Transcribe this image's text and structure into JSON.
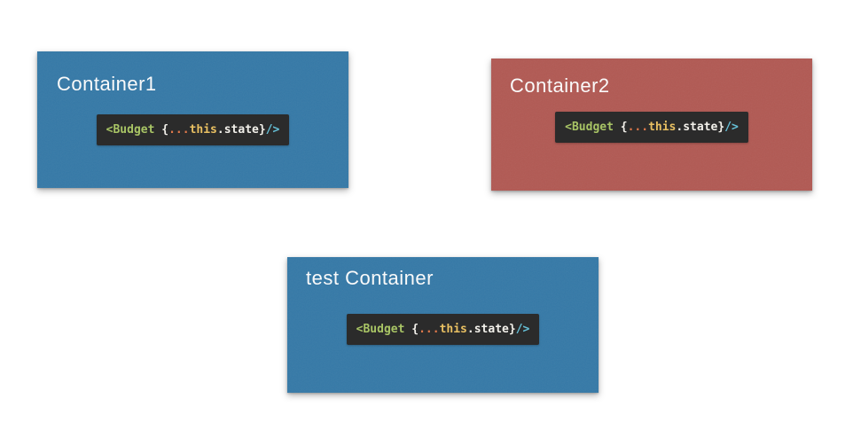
{
  "page": {
    "background": "#ffffff"
  },
  "snippet": {
    "background": "#2b2b2b",
    "tokens": [
      {
        "text": "<Budget",
        "color": "#a8c465"
      },
      {
        "text": " {",
        "color": "#f2f0ea"
      },
      {
        "text": "...",
        "color": "#e0784a"
      },
      {
        "text": "this",
        "color": "#e9c062"
      },
      {
        "text": ".",
        "color": "#f2f0ea"
      },
      {
        "text": "state}",
        "color": "#f2f0ea"
      },
      {
        "text": "/>",
        "color": "#66c1d8"
      }
    ]
  },
  "cards": [
    {
      "title": "Container1",
      "color": "#3579a7"
    },
    {
      "title": "Container2",
      "color": "#b15953"
    },
    {
      "title": "test Container",
      "color": "#3579a7"
    }
  ]
}
